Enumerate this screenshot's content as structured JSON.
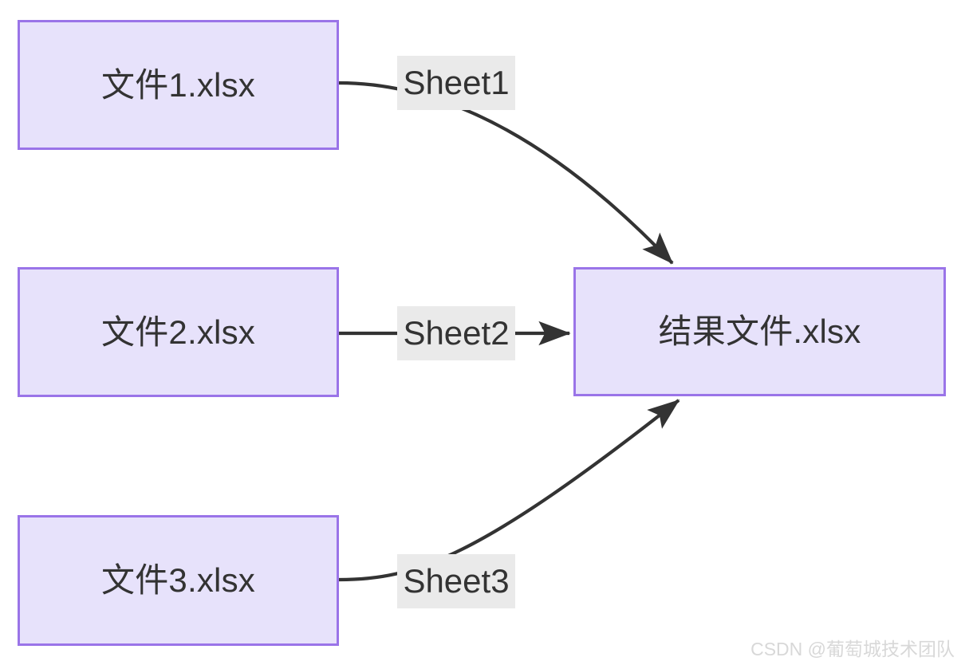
{
  "diagram": {
    "type": "flow-diagram",
    "background_color": "#ffffff",
    "node_fill_color": "#e7e2fb",
    "node_border_color": "#9a74e8",
    "edge_color": "#333333",
    "edge_label_background_color": "#eaeaea",
    "text_color": "#333333",
    "nodes": [
      {
        "id": "file1",
        "label": "文件1.xlsx"
      },
      {
        "id": "file2",
        "label": "文件2.xlsx"
      },
      {
        "id": "file3",
        "label": "文件3.xlsx"
      },
      {
        "id": "result",
        "label": "结果文件.xlsx"
      }
    ],
    "edges": [
      {
        "id": "e1",
        "from": "file1",
        "to": "result",
        "label": "Sheet1"
      },
      {
        "id": "e2",
        "from": "file2",
        "to": "result",
        "label": "Sheet2"
      },
      {
        "id": "e3",
        "from": "file3",
        "to": "result",
        "label": "Sheet3"
      }
    ]
  },
  "watermark": {
    "text": "CSDN @葡萄城技术团队",
    "color": "#d8d8d8"
  }
}
